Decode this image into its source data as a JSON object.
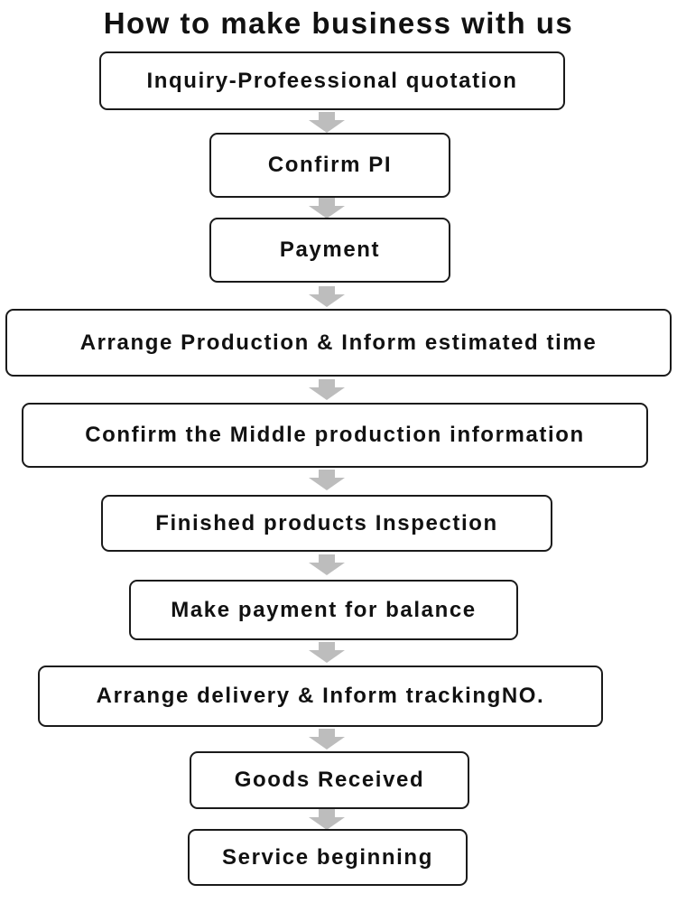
{
  "title": "How to make business with us",
  "steps": [
    {
      "label": "Inquiry-Profeessional quotation"
    },
    {
      "label": "Confirm PI"
    },
    {
      "label": "Payment"
    },
    {
      "label": "Arrange Production & Inform estimated time"
    },
    {
      "label": "Confirm the Middle production information"
    },
    {
      "label": "Finished products Inspection"
    },
    {
      "label": "Make payment for balance"
    },
    {
      "label": "Arrange delivery & Inform trackingNO."
    },
    {
      "label": "Goods Received"
    },
    {
      "label": "Service beginning"
    }
  ]
}
